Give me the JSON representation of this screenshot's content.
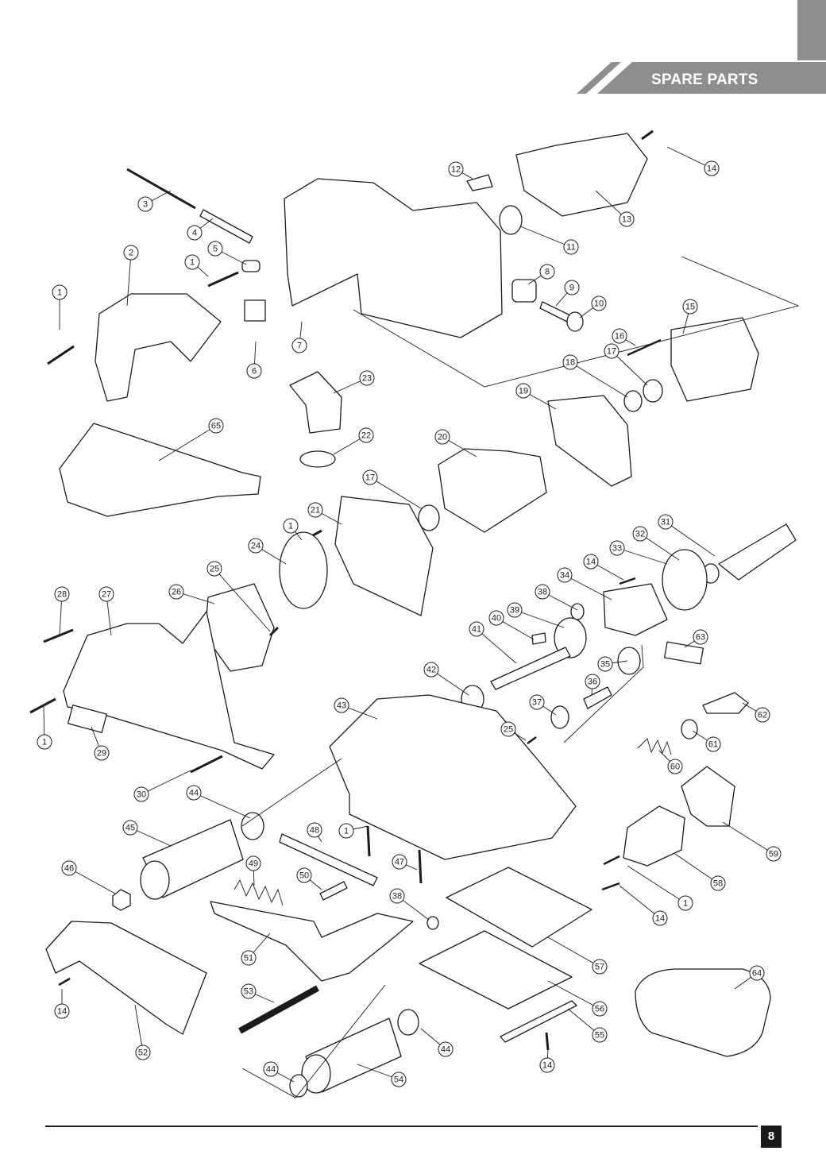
{
  "header": {
    "title": "SPARE PARTS",
    "accent_color": "#8e8e8e"
  },
  "footer": {
    "page_number": "8"
  },
  "diagram": {
    "parts": [
      "1",
      "2",
      "3",
      "4",
      "5",
      "6",
      "7",
      "8",
      "9",
      "10",
      "11",
      "12",
      "13",
      "14",
      "15",
      "16",
      "17",
      "18",
      "19",
      "20",
      "21",
      "22",
      "23",
      "24",
      "25",
      "26",
      "27",
      "28",
      "29",
      "30",
      "31",
      "32",
      "33",
      "34",
      "35",
      "36",
      "37",
      "38",
      "39",
      "40",
      "41",
      "42",
      "43",
      "44",
      "45",
      "46",
      "47",
      "48",
      "49",
      "50",
      "51",
      "52",
      "53",
      "54",
      "55",
      "56",
      "57",
      "58",
      "59",
      "60",
      "61",
      "62",
      "63",
      "64",
      "65"
    ],
    "callouts": [
      {
        "label": "1"
      },
      {
        "label": "2"
      },
      {
        "label": "3"
      },
      {
        "label": "4"
      },
      {
        "label": "5"
      },
      {
        "label": "1"
      },
      {
        "label": "6"
      },
      {
        "label": "7"
      },
      {
        "label": "12"
      },
      {
        "label": "13"
      },
      {
        "label": "14"
      },
      {
        "label": "11"
      },
      {
        "label": "8"
      },
      {
        "label": "9"
      },
      {
        "label": "10"
      },
      {
        "label": "15"
      },
      {
        "label": "16"
      },
      {
        "label": "17"
      },
      {
        "label": "18"
      },
      {
        "label": "19"
      },
      {
        "label": "23"
      },
      {
        "label": "22"
      },
      {
        "label": "65"
      },
      {
        "label": "20"
      },
      {
        "label": "17"
      },
      {
        "label": "1"
      },
      {
        "label": "21"
      },
      {
        "label": "24"
      },
      {
        "label": "25"
      },
      {
        "label": "31"
      },
      {
        "label": "32"
      },
      {
        "label": "33"
      },
      {
        "label": "14"
      },
      {
        "label": "34"
      },
      {
        "label": "38"
      },
      {
        "label": "39"
      },
      {
        "label": "40"
      },
      {
        "label": "41"
      },
      {
        "label": "28"
      },
      {
        "label": "27"
      },
      {
        "label": "26"
      },
      {
        "label": "63"
      },
      {
        "label": "35"
      },
      {
        "label": "42"
      },
      {
        "label": "36"
      },
      {
        "label": "37"
      },
      {
        "label": "62"
      },
      {
        "label": "43"
      },
      {
        "label": "25"
      },
      {
        "label": "61"
      },
      {
        "label": "1"
      },
      {
        "label": "29"
      },
      {
        "label": "60"
      },
      {
        "label": "30"
      },
      {
        "label": "44"
      },
      {
        "label": "48"
      },
      {
        "label": "1"
      },
      {
        "label": "59"
      },
      {
        "label": "45"
      },
      {
        "label": "49"
      },
      {
        "label": "47"
      },
      {
        "label": "50"
      },
      {
        "label": "46"
      },
      {
        "label": "58"
      },
      {
        "label": "1"
      },
      {
        "label": "38"
      },
      {
        "label": "14"
      },
      {
        "label": "51"
      },
      {
        "label": "57"
      },
      {
        "label": "64"
      },
      {
        "label": "14"
      },
      {
        "label": "52"
      },
      {
        "label": "53"
      },
      {
        "label": "56"
      },
      {
        "label": "55"
      },
      {
        "label": "44"
      },
      {
        "label": "14"
      },
      {
        "label": "44"
      },
      {
        "label": "54"
      }
    ]
  }
}
